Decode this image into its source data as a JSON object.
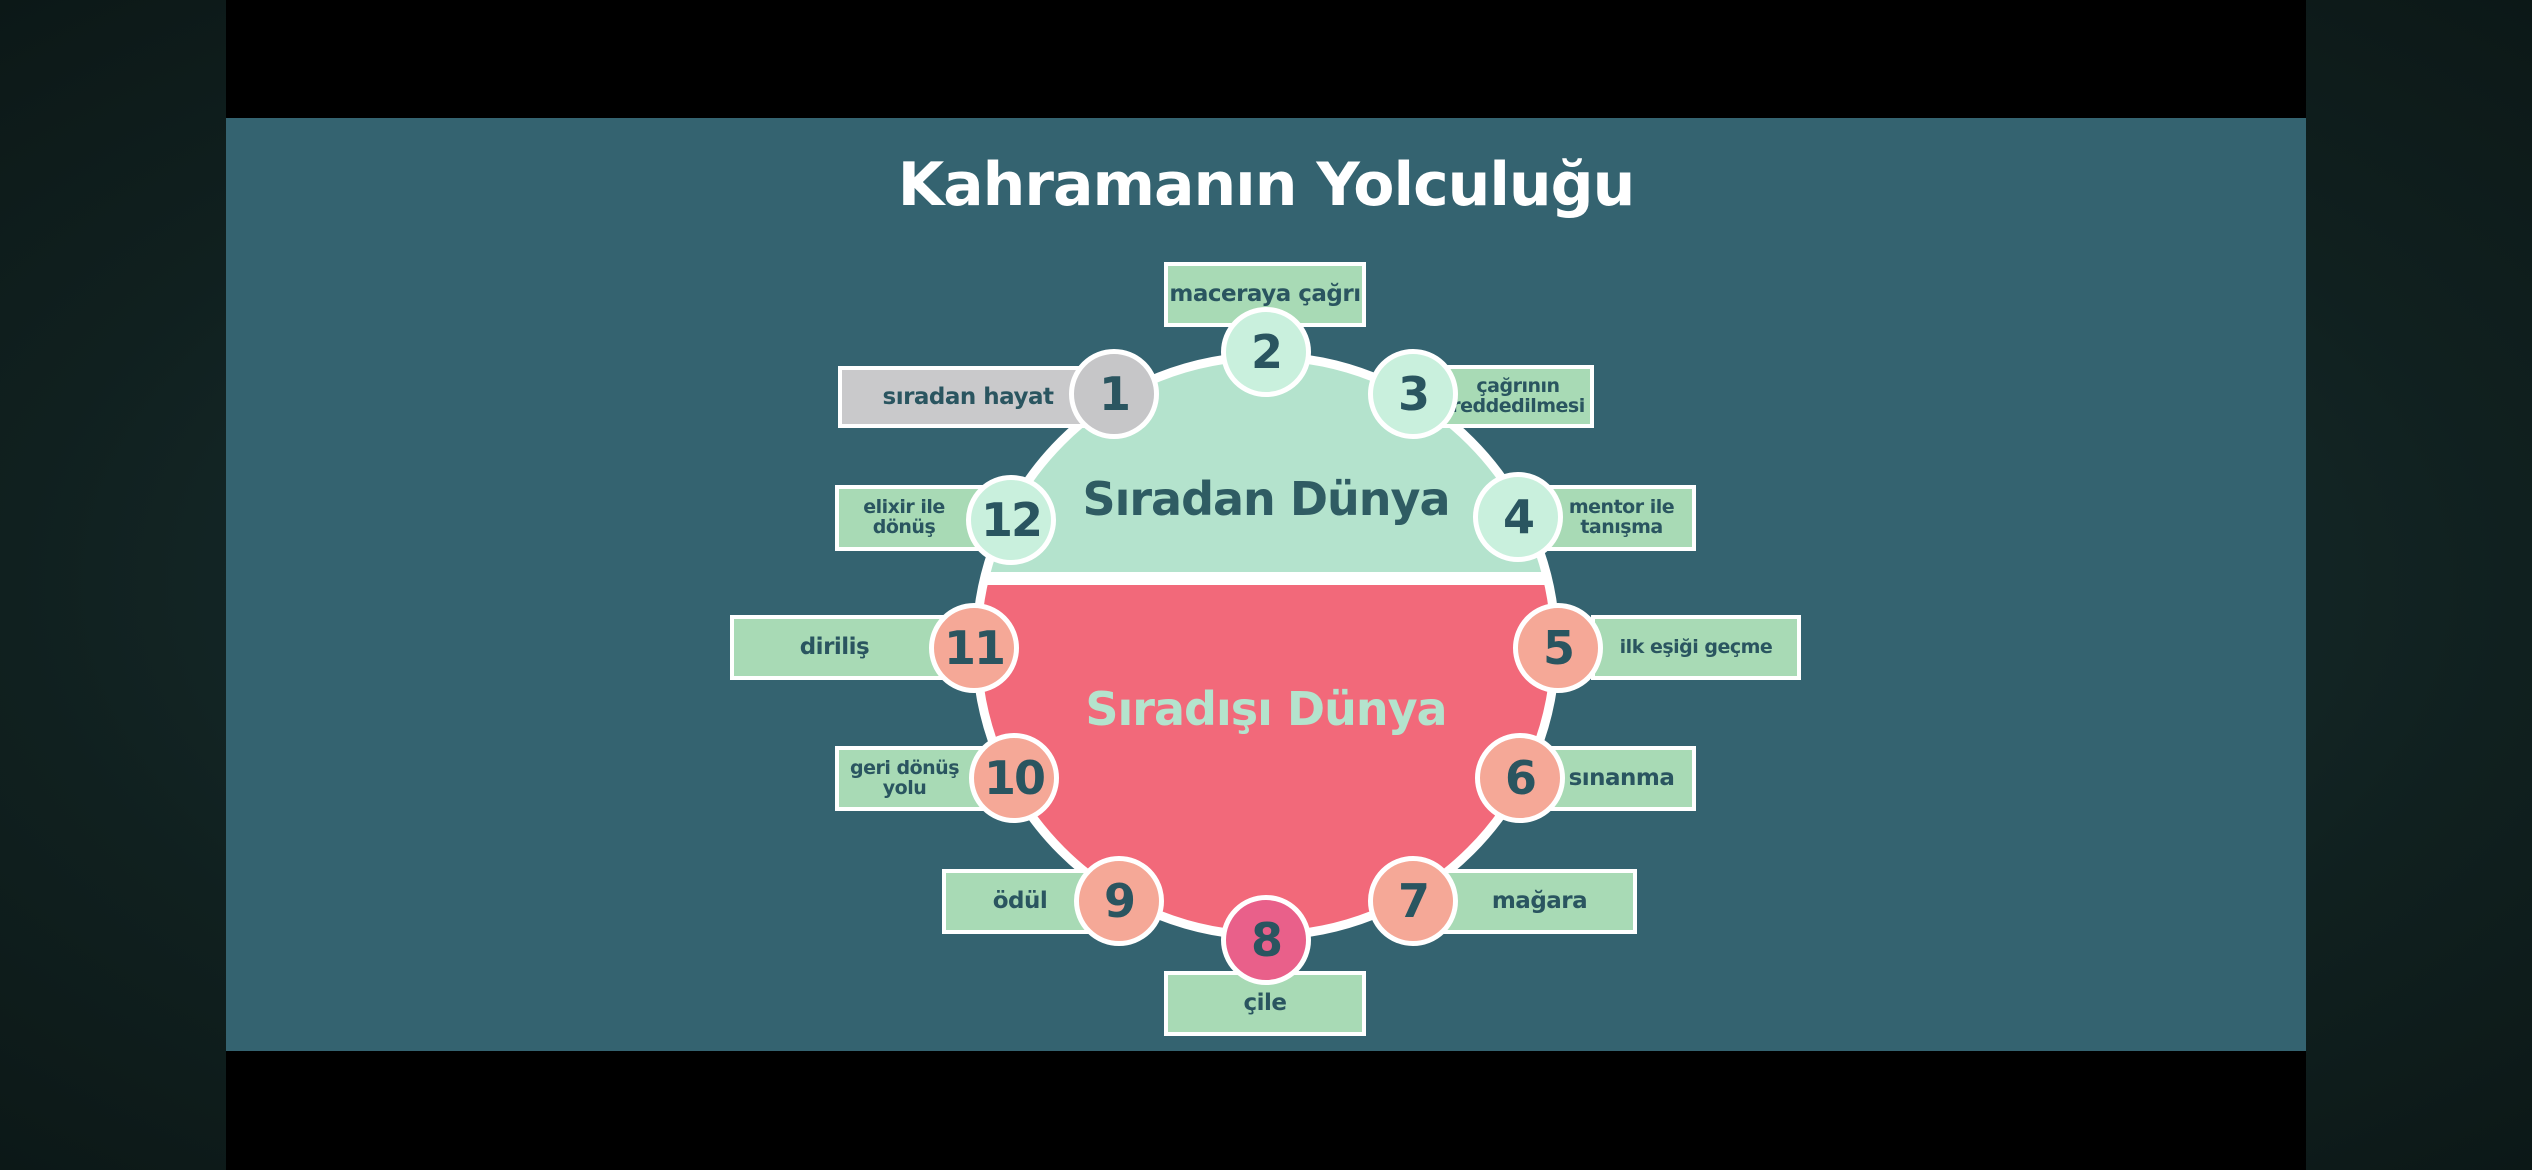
{
  "title": "Kahramanın Yolculuğu",
  "worlds": {
    "ordinary": "Sıradan Dünya",
    "special": "Sıradışı Dünya"
  },
  "colors": {
    "background": "#346370",
    "ordinary_world": "#b4e3cd",
    "special_world": "#f2697a",
    "label_box": "#a8dab5",
    "text": "#2a5560"
  },
  "stages": [
    {
      "number": "1",
      "label": "sıradan hayat"
    },
    {
      "number": "2",
      "label": "maceraya çağrı"
    },
    {
      "number": "3",
      "label": "çağrının\nreddedilmesi"
    },
    {
      "number": "4",
      "label": "mentor ile\ntanışma"
    },
    {
      "number": "5",
      "label": "ilk eşiği geçme"
    },
    {
      "number": "6",
      "label": "sınanma"
    },
    {
      "number": "7",
      "label": "mağara"
    },
    {
      "number": "8",
      "label": "çile"
    },
    {
      "number": "9",
      "label": "ödül"
    },
    {
      "number": "10",
      "label": "geri dönüş\nyolu"
    },
    {
      "number": "11",
      "label": "diriliş"
    },
    {
      "number": "12",
      "label": "elixir ile\ndönüş"
    }
  ]
}
